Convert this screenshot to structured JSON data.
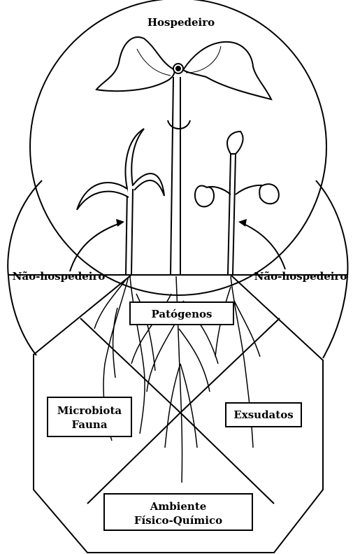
{
  "labels": {
    "host": "Hospedeiro",
    "non_host_left": "Não-hospedeiro",
    "non_host_right": "Não-hospedeiro",
    "pathogens": "Patógenos",
    "microbiota_line1": "Microbiota",
    "microbiota_line2": "Fauna",
    "exudates": "Exsudatos",
    "environment_line1": "Ambiente",
    "environment_line2": "Físico-Químico"
  },
  "colors": {
    "ink": "#000000",
    "paper": "#ffffff"
  }
}
